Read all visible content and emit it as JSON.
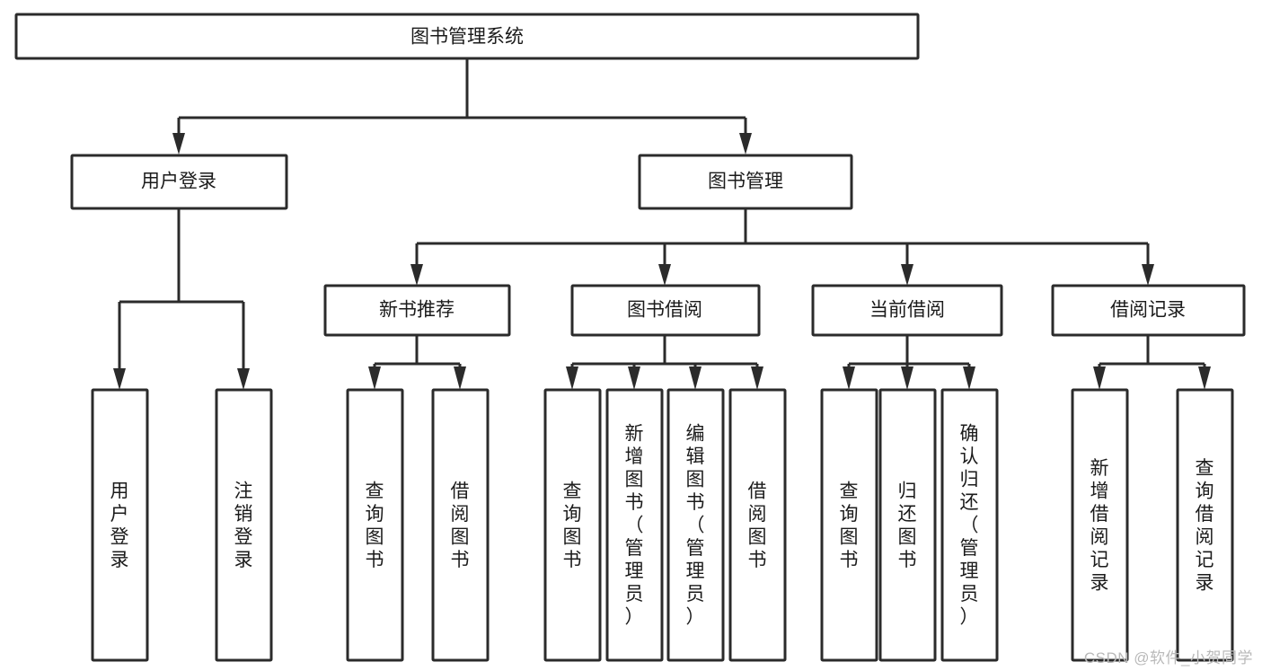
{
  "diagram": {
    "type": "tree",
    "title": "图书管理系统",
    "watermark": "CSDN @软件_小贺同学",
    "colors": {
      "stroke": "#2b2b2b",
      "fill": "#ffffff",
      "text": "#1b1b1b",
      "watermark": "#b9b9b9",
      "background": "#ffffff"
    },
    "levels": {
      "root": {
        "label": "图书管理系统"
      },
      "level2": [
        {
          "label": "用户登录"
        },
        {
          "label": "图书管理"
        }
      ],
      "level3": [
        {
          "label": "新书推荐"
        },
        {
          "label": "图书借阅"
        },
        {
          "label": "当前借阅"
        },
        {
          "label": "借阅记录"
        }
      ],
      "leaves": {
        "user_login": [
          {
            "label": "用户登录"
          },
          {
            "label": "注销登录"
          }
        ],
        "new_book_recommend": [
          {
            "label": "查询图书"
          },
          {
            "label": "借阅图书"
          }
        ],
        "book_borrow": [
          {
            "label": "查询图书"
          },
          {
            "label": "新增图书（管理员）"
          },
          {
            "label": "编辑图书（管理员）"
          },
          {
            "label": "借阅图书"
          }
        ],
        "current_borrow": [
          {
            "label": "查询图书"
          },
          {
            "label": "归还图书"
          },
          {
            "label": "确认归还（管理员）"
          }
        ],
        "borrow_records": [
          {
            "label": "新增借阅记录"
          },
          {
            "label": "查询借阅记录"
          }
        ]
      }
    }
  }
}
